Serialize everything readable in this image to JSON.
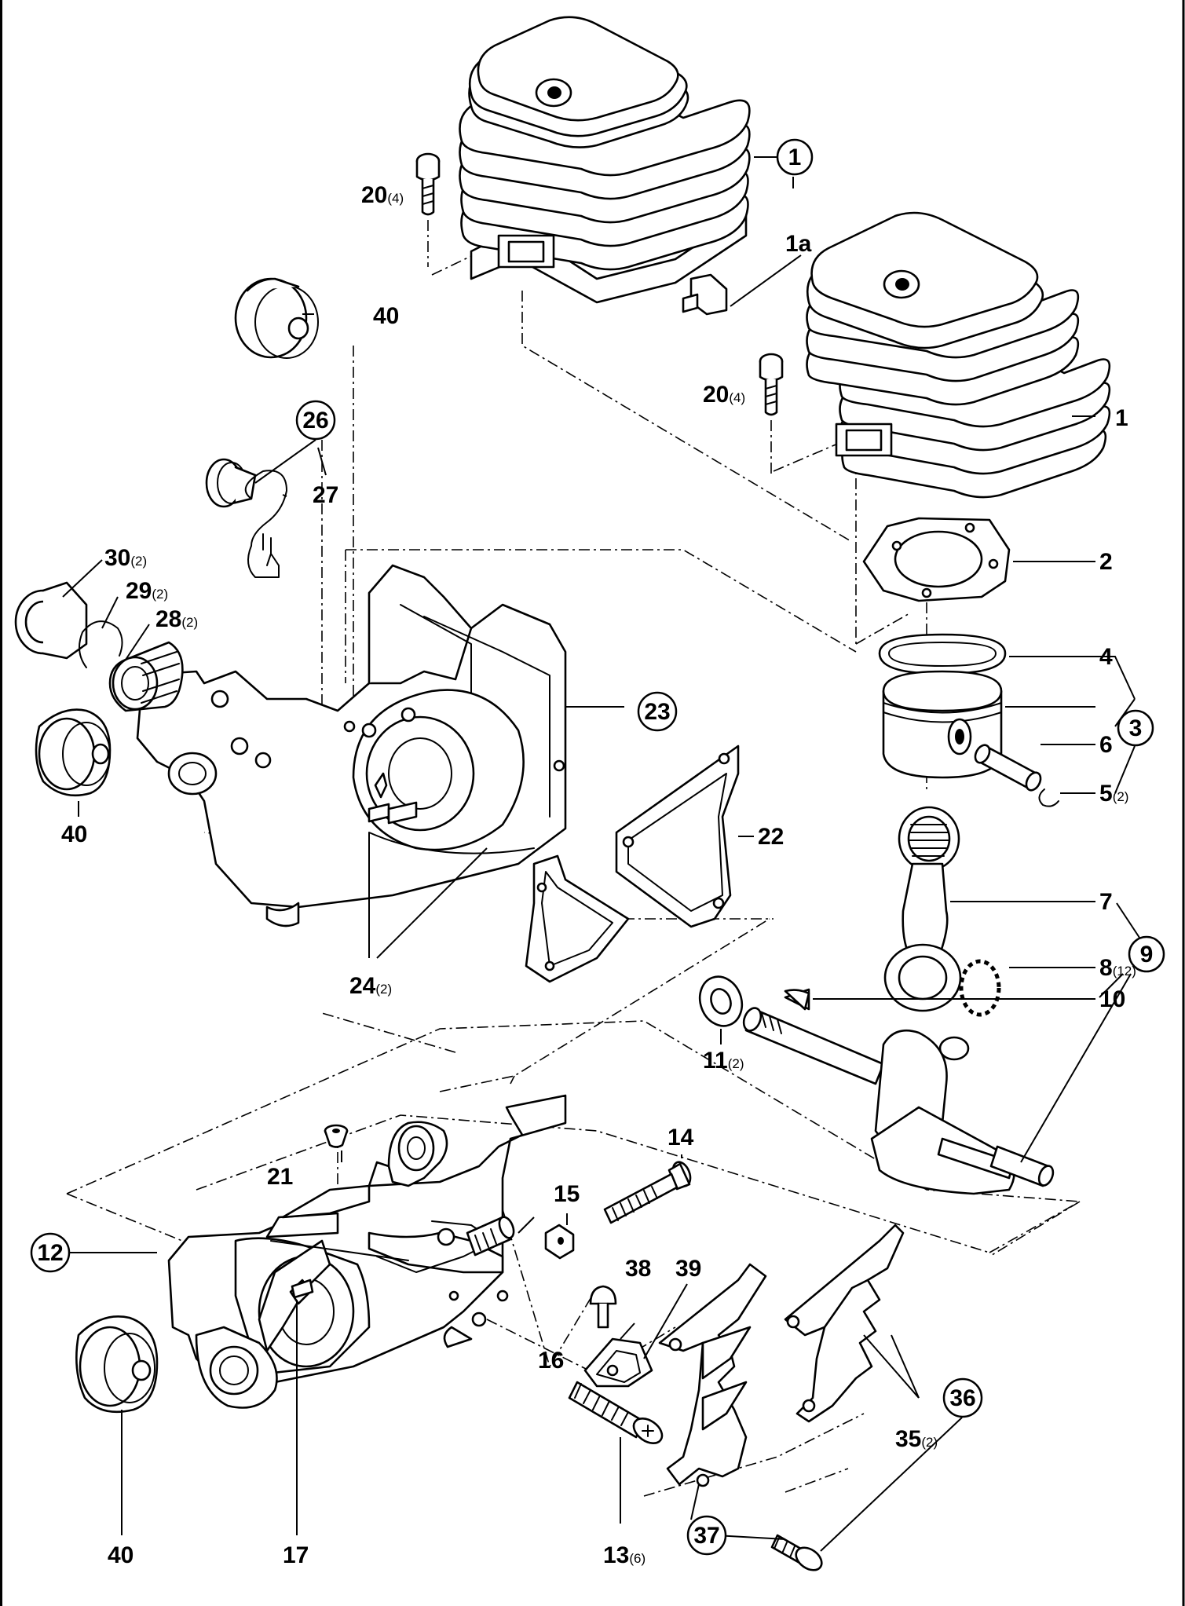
{
  "parts": {
    "p1": "1",
    "p1a": "1a",
    "p1b": "1",
    "p2": "2",
    "p3": "3",
    "p4": "4",
    "p5": "5",
    "p5q": "(2)",
    "p6": "6",
    "p7": "7",
    "p8": "8",
    "p8q": "(12)",
    "p9": "9",
    "p10": "10",
    "p11": "11",
    "p11q": "(2)",
    "p12": "12",
    "p13": "13",
    "p13q": "(6)",
    "p14": "14",
    "p15": "15",
    "p16": "16",
    "p17": "17",
    "p20a": "20",
    "p20aq": "(4)",
    "p20b": "20",
    "p20bq": "(4)",
    "p21": "21",
    "p22": "22",
    "p23": "23",
    "p24": "24",
    "p24q": "(2)",
    "p26": "26",
    "p27": "27",
    "p28": "28",
    "p28q": "(2)",
    "p29": "29",
    "p29q": "(2)",
    "p30": "30",
    "p30q": "(2)",
    "p35": "35",
    "p35q": "(2)",
    "p36": "36",
    "p37": "37",
    "p38": "38",
    "p39": "39",
    "p40a": "40",
    "p40b": "40",
    "p40c": "40"
  }
}
